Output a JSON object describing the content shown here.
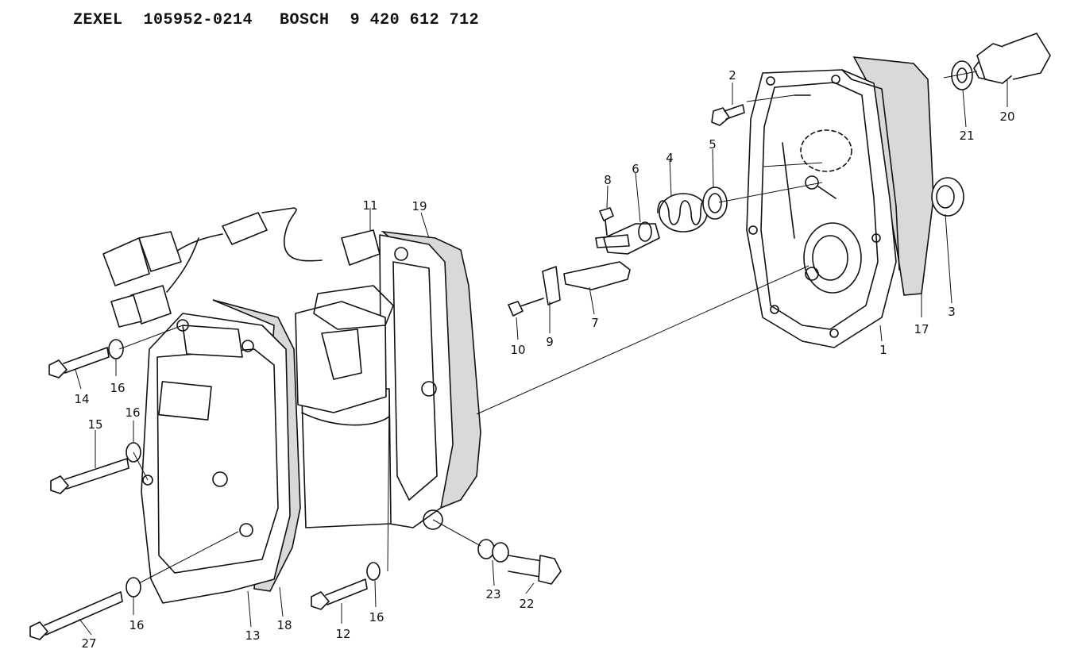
{
  "header": {
    "brand1": "ZEXEL",
    "part1": "105952-0214",
    "brand2": "BOSCH",
    "part2": "9 420 612 712"
  },
  "callouts": {
    "c1": "1",
    "c2": "2",
    "c3": "3",
    "c4": "4",
    "c5": "5",
    "c6": "6",
    "c7": "7",
    "c8": "8",
    "c9": "9",
    "c10": "10",
    "c11": "11",
    "c12": "12",
    "c13": "13",
    "c14": "14",
    "c15": "15",
    "c16a": "16",
    "c16b": "16",
    "c16c": "16",
    "c16d": "16",
    "c17": "17",
    "c18": "18",
    "c19": "19",
    "c20": "20",
    "c21": "21",
    "c22": "22",
    "c23": "23",
    "c27": "27"
  }
}
